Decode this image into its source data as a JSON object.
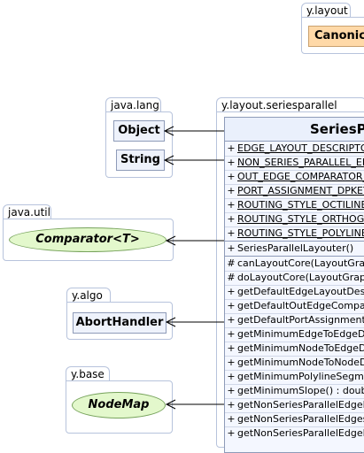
{
  "packages": {
    "y_layout": {
      "label": "y.layout",
      "class_name": "Canonic"
    },
    "java_lang": {
      "label": "java.lang",
      "classes": [
        "Object",
        "String"
      ]
    },
    "y_layout_seriesparallel": {
      "label": "y.layout.seriesparallel"
    },
    "java_util": {
      "label": "java.util",
      "interface_name": "Comparator<T>"
    },
    "y_algo": {
      "label": "y.algo",
      "class_name": "AbortHandler"
    },
    "y_base": {
      "label": "y.base",
      "interface_name": "NodeMap"
    }
  },
  "main_class": {
    "title": "SeriesP",
    "fields": [
      {
        "vis": "+",
        "text": "EDGE_LAYOUT_DESCRIPTOR"
      },
      {
        "vis": "+",
        "text": "NON_SERIES_PARALLEL_EDGE"
      },
      {
        "vis": "+",
        "text": "OUT_EDGE_COMPARATOR_DPKEY"
      },
      {
        "vis": "+",
        "text": "PORT_ASSIGNMENT_DPKEY"
      },
      {
        "vis": "+",
        "text": "ROUTING_STYLE_OCTILINEAR"
      },
      {
        "vis": "+",
        "text": "ROUTING_STYLE_ORTHOGONAL"
      },
      {
        "vis": "+",
        "text": "ROUTING_STYLE_POLYLINE"
      }
    ],
    "constructors": [
      {
        "vis": "+",
        "text": "SeriesParallelLayouter()"
      }
    ],
    "methods": [
      {
        "vis": "#",
        "text": "canLayoutCore(LayoutGraph)"
      },
      {
        "vis": "#",
        "text": "doLayoutCore(LayoutGraph)"
      },
      {
        "vis": "+",
        "text": "getDefaultEdgeLayoutDescriptor()"
      },
      {
        "vis": "+",
        "text": "getDefaultOutEdgeComparator()"
      },
      {
        "vis": "+",
        "text": "getDefaultPortAssignment()"
      },
      {
        "vis": "+",
        "text": "getMinimumEdgeToEdgeDistance()"
      },
      {
        "vis": "+",
        "text": "getMinimumNodeToEdgeDistance()"
      },
      {
        "vis": "+",
        "text": "getMinimumNodeToNodeDistance()"
      },
      {
        "vis": "+",
        "text": "getMinimumPolylineSegmentLength()"
      },
      {
        "vis": "+",
        "text": "getMinimumSlope() : double"
      },
      {
        "vis": "+",
        "text": "getNonSeriesParallelEdgeLabelingAlgorithm()"
      },
      {
        "vis": "+",
        "text": "getNonSeriesParallelEdgesDpKey()"
      },
      {
        "vis": "+",
        "text": "getNonSeriesParallelEdgeRouter()"
      }
    ]
  },
  "colors": {
    "package_border": "#b7c3dc",
    "class_fill": "#eef2fb",
    "interface_fill": "#e3f8cc",
    "external_class_fill": "#ffd9a8"
  }
}
